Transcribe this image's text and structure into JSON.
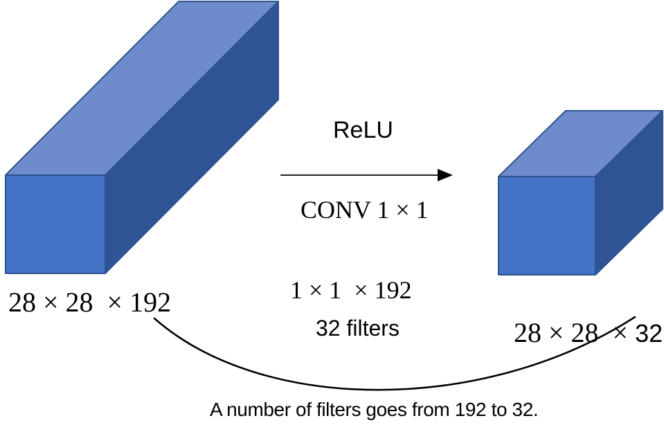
{
  "diagram": {
    "relu_label": "ReLU",
    "conv_label": "CONV 1 × 1",
    "filter_dims_label": "1 × 1  × 192",
    "filter_count_label": "32 filters",
    "input_dims_label": "28 × 28  × 192",
    "output_dims_prefix": "28 × 28  × ",
    "output_dims_value": "32",
    "caption": "A number of filters goes from 192 to 32."
  },
  "colors": {
    "box_front": "#4472c4",
    "box_top": "#6e8ccb",
    "box_side": "#2f5496",
    "box_outline": "#2f528f",
    "line": "#000000"
  }
}
